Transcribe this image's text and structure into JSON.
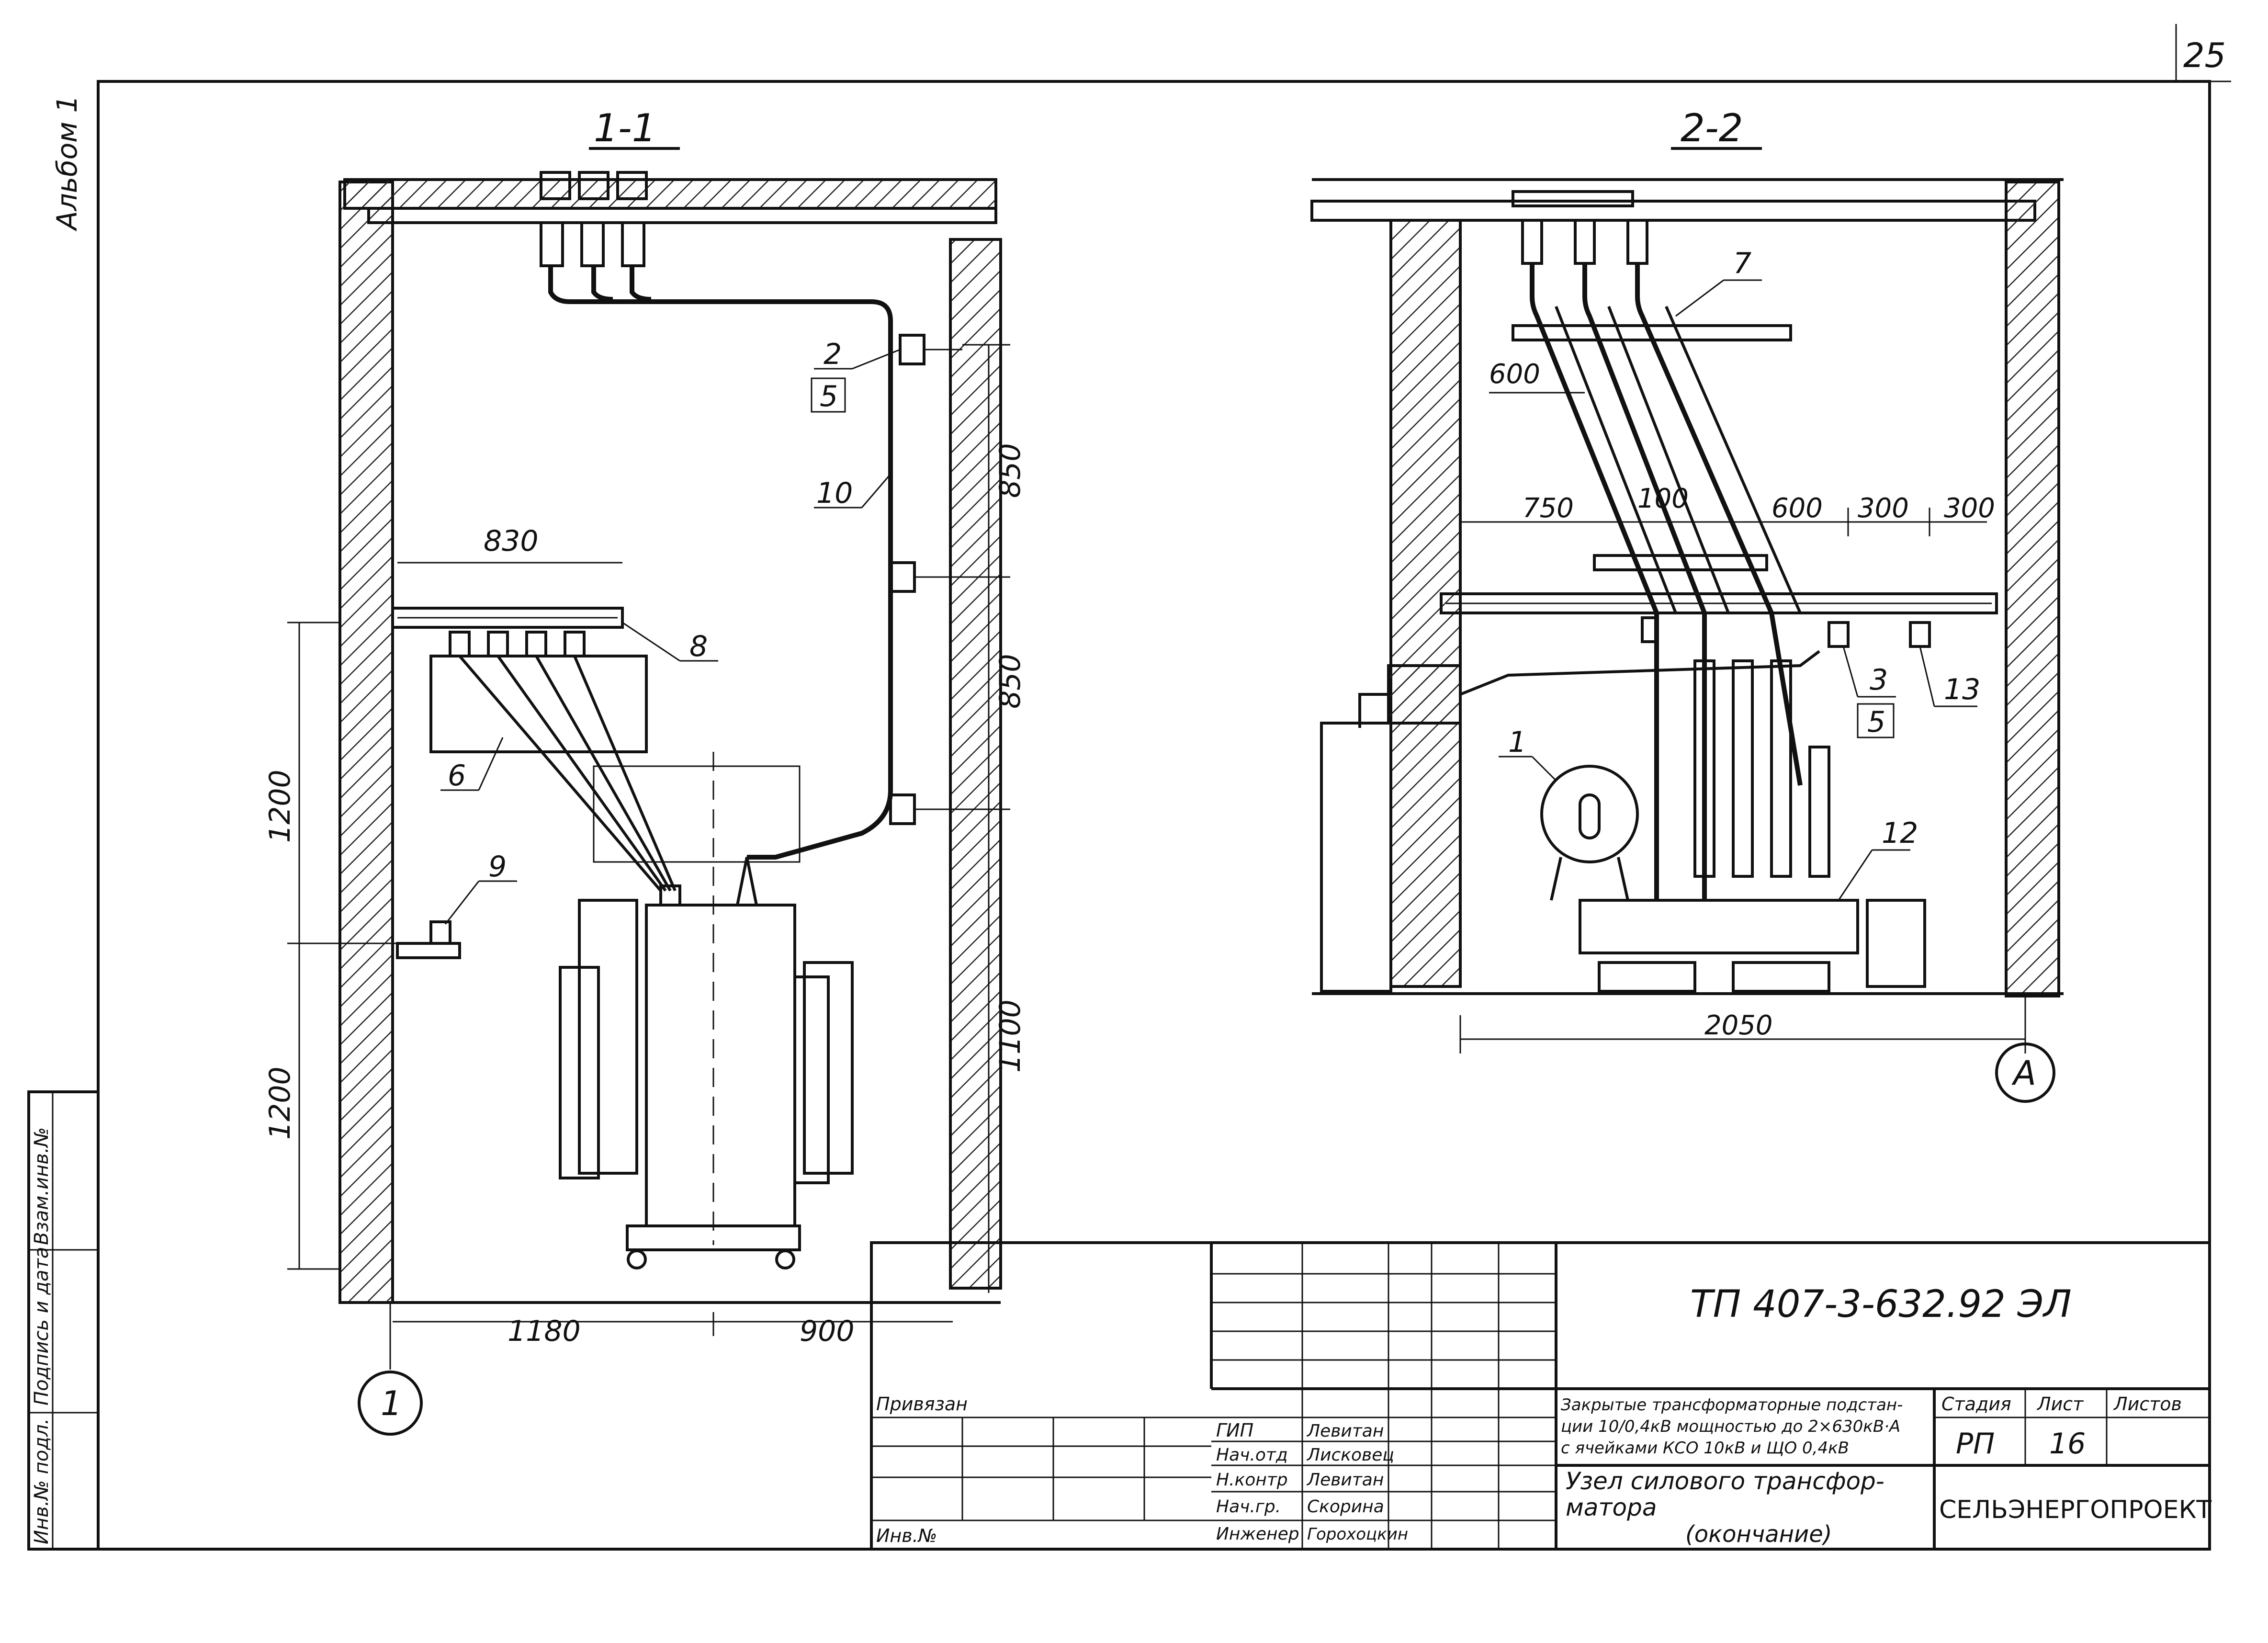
{
  "page_number": "25",
  "album_label": "Альбом 1",
  "sections": [
    {
      "title": "1-1"
    },
    {
      "title": "2-2"
    }
  ],
  "section_1_1": {
    "dims": {
      "top_shelf": "830",
      "v1": "850",
      "v2": "850",
      "v3": "1100",
      "h_left1": "1200",
      "h_left2": "1200",
      "bottom_left": "1180",
      "bottom_right": "900"
    },
    "callouts": {
      "c2": "2",
      "c5": "5",
      "c10": "10",
      "c8": "8",
      "c6": "6",
      "c9": "9"
    },
    "axis": "1"
  },
  "section_2_2": {
    "dims": {
      "d600": "600",
      "d750": "750",
      "d100": "100",
      "d600b": "600",
      "d300a": "300",
      "d300b": "300",
      "bottom": "2050"
    },
    "callouts": {
      "c7": "7",
      "c1": "1",
      "c3": "3",
      "c5": "5",
      "c13": "13",
      "c12": "12"
    },
    "axis": "A"
  },
  "side_stamp": {
    "inv_podl": "Инв.№ подл.",
    "podpis_data": "Подпись и дата",
    "vzam_inv": "Взам.инв.№"
  },
  "title_block": {
    "doc_code": "ТП 407-3-632.92  ЭЛ",
    "privyazan": "Привязан",
    "inv_no": "Инв.№",
    "roles": [
      {
        "role": "ГИП",
        "name": "Левитан"
      },
      {
        "role": "Нач.отд",
        "name": "Лисковец"
      },
      {
        "role": "Н.контр",
        "name": "Левитан"
      },
      {
        "role": "Нач.гр.",
        "name": "Скорина"
      },
      {
        "role": "Инженер",
        "name": "Горохоцкин"
      }
    ],
    "project_title_l1": "Закрытые трансформаторные подстан-",
    "project_title_l2": "ции 10/0,4кВ мощностью до 2×630кВ·А",
    "project_title_l3": "с ячейками КСО 10кВ и ЩО 0,4кВ",
    "sheet_title_l1": "Узел силового трансфор-",
    "sheet_title_l2": "матора",
    "sheet_title_l3": "(окончание)",
    "stage_label": "Стадия",
    "sheet_label": "Лист",
    "sheets_label": "Листов",
    "stage": "РП",
    "sheet": "16",
    "sheets": "",
    "org": "СЕЛЬЭНЕРГОПРОЕКТ"
  }
}
